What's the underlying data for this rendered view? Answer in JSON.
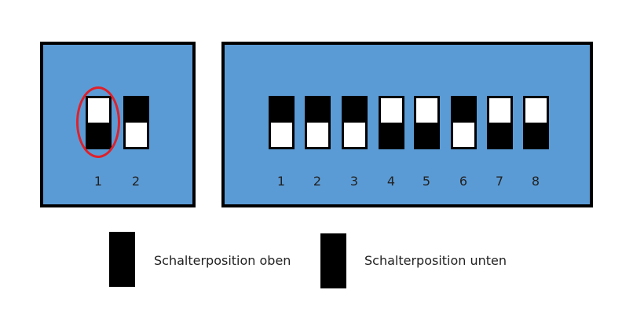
{
  "colors": {
    "panel_fill": "#5b9bd5",
    "switch_on": "#ffffff",
    "switch_off": "#000000",
    "highlight": "#e0202a"
  },
  "left_block": {
    "switches": [
      {
        "label": "1",
        "position": "oben"
      },
      {
        "label": "2",
        "position": "unten"
      }
    ],
    "highlighted_switch": "1"
  },
  "right_block": {
    "switches": [
      {
        "label": "1",
        "position": "unten"
      },
      {
        "label": "2",
        "position": "unten"
      },
      {
        "label": "3",
        "position": "unten"
      },
      {
        "label": "4",
        "position": "oben"
      },
      {
        "label": "5",
        "position": "oben"
      },
      {
        "label": "6",
        "position": "unten"
      },
      {
        "label": "7",
        "position": "oben"
      },
      {
        "label": "8",
        "position": "oben"
      }
    ]
  },
  "legend": {
    "up_label": "Schalterposition oben",
    "down_label": "Schalterposition unten"
  }
}
